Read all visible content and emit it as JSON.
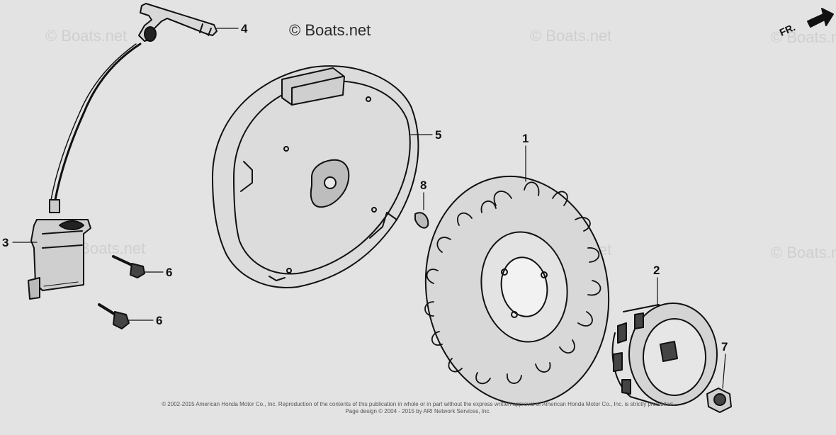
{
  "watermark": {
    "main": "© Boats.net",
    "faint": "© Boats.net"
  },
  "orientation": {
    "label": "FR."
  },
  "callouts": [
    {
      "id": "4",
      "label": "4"
    },
    {
      "id": "5",
      "label": "5"
    },
    {
      "id": "1",
      "label": "1"
    },
    {
      "id": "8",
      "label": "8"
    },
    {
      "id": "3",
      "label": "3"
    },
    {
      "id": "6a",
      "label": "6"
    },
    {
      "id": "6b",
      "label": "6"
    },
    {
      "id": "2",
      "label": "2"
    },
    {
      "id": "7",
      "label": "7"
    }
  ],
  "footer": {
    "line1": "© 2002-2015 American Honda Motor Co., Inc. Reproduction of the contents of this publication in whole or in part without the express written approval of American Honda Motor Co., Inc. is strictly prohibited.",
    "line2": "Page design © 2004 - 2015 by ARI Network Services, Inc."
  },
  "colors": {
    "background": "#e3e3e3",
    "ink": "#111111",
    "watermark": "#cfcfcf"
  }
}
